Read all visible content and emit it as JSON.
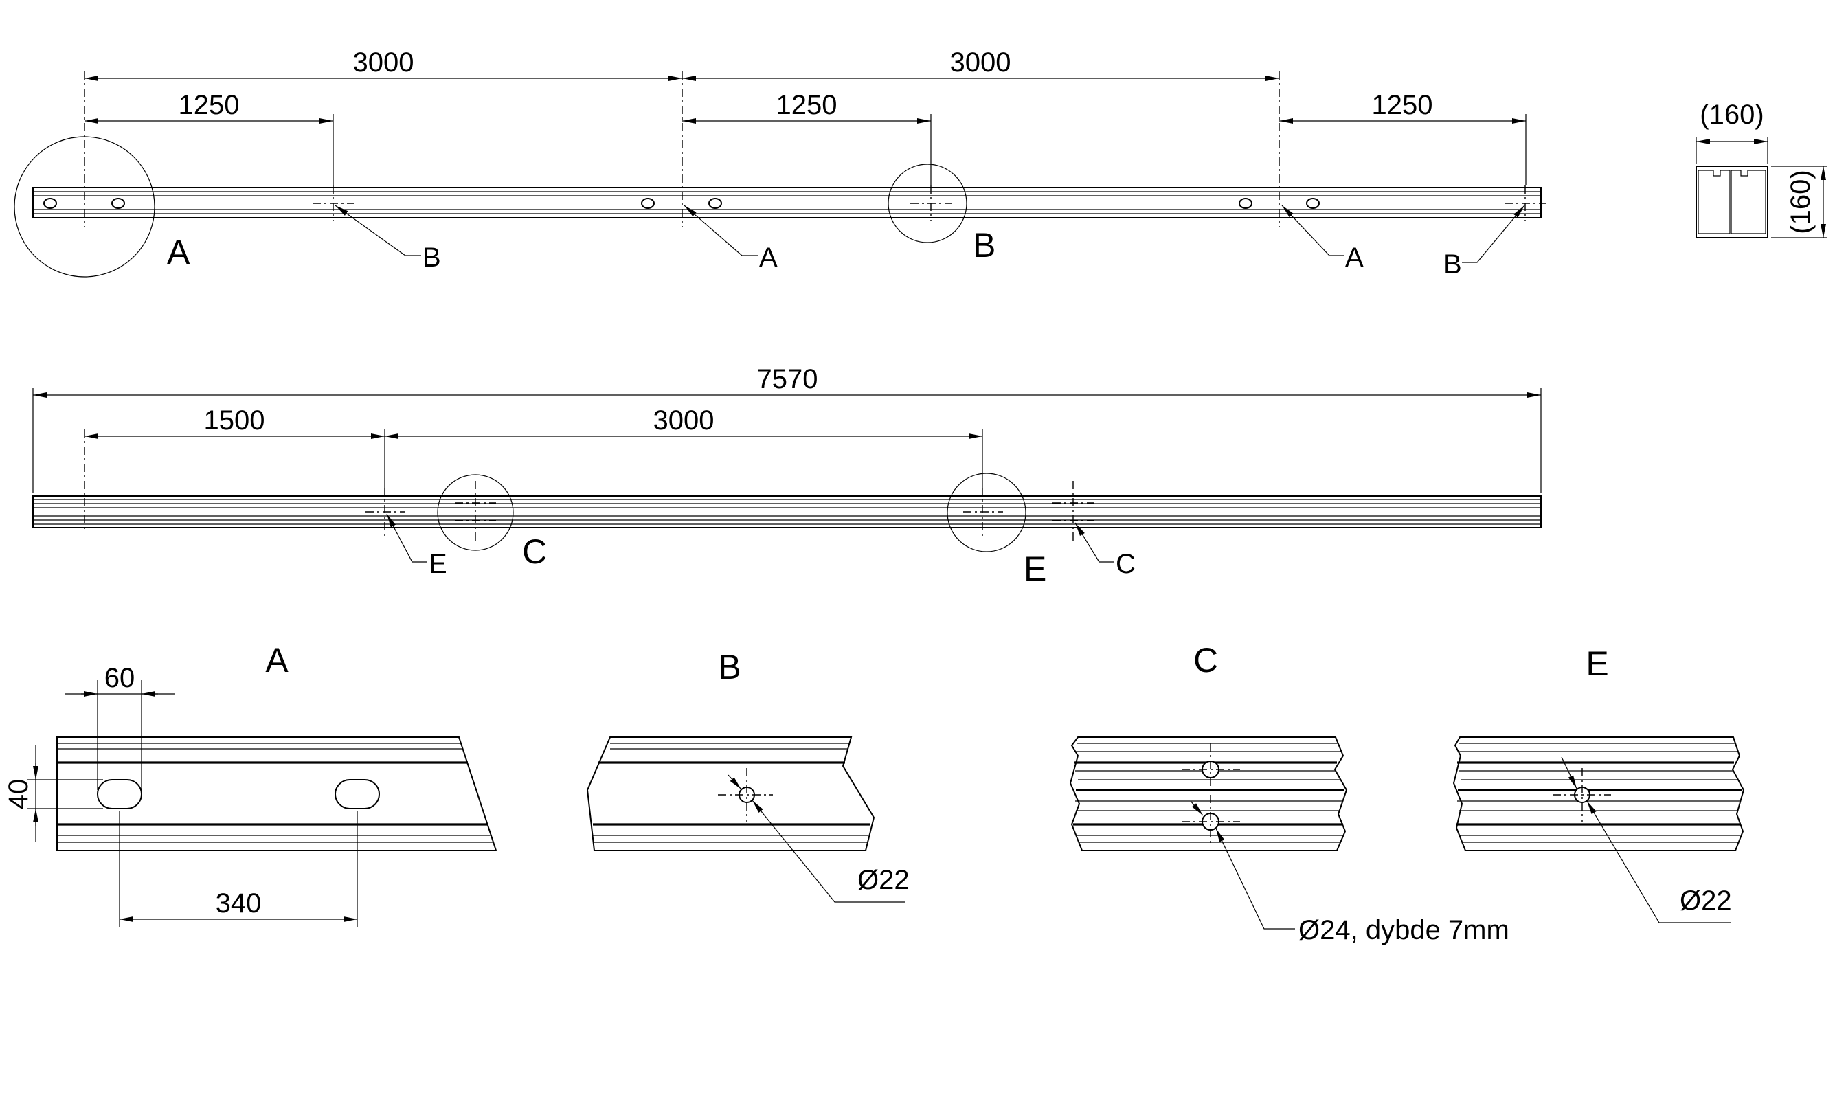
{
  "top_view": {
    "dims": {
      "spacing": "3000",
      "offset": "1250",
      "section_w": "(160)",
      "section_h": "(160)"
    },
    "callouts": {
      "a": "A",
      "b": "B"
    }
  },
  "side_view": {
    "dims": {
      "total": "7570",
      "start": "1500",
      "spacing": "3000"
    },
    "callouts": {
      "c": "C",
      "e": "E"
    }
  },
  "details": {
    "a": {
      "title": "A",
      "slot_width": "60",
      "slot_height": "40",
      "slot_spacing": "340"
    },
    "b": {
      "title": "B",
      "hole": "Ø22"
    },
    "c": {
      "title": "C",
      "hole": "Ø24, dybde 7mm"
    },
    "e": {
      "title": "E",
      "hole": "Ø22"
    }
  }
}
